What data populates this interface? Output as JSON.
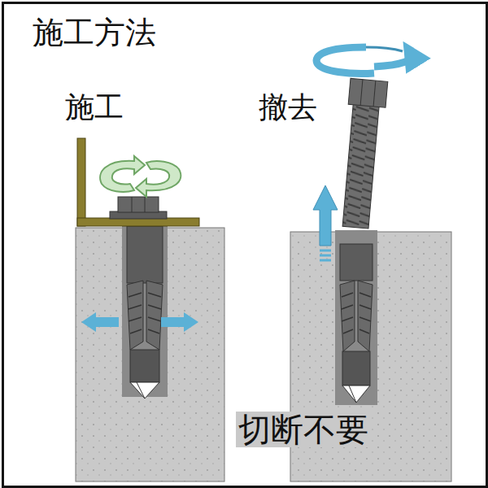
{
  "diagram": {
    "title": "施工方法",
    "labels": [
      "施工",
      "撤去",
      "切断不要"
    ]
  }
}
